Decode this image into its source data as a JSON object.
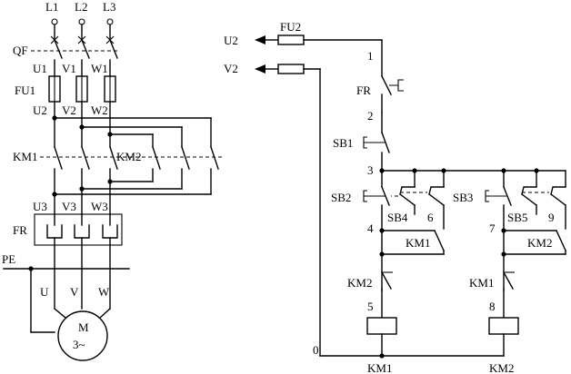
{
  "phases": [
    "L1",
    "L2",
    "L3"
  ],
  "breaker": "QF",
  "upper_terminals": [
    "U1",
    "V1",
    "W1"
  ],
  "fuse_main": "FU1",
  "mid_terminals": [
    "U2",
    "V2",
    "W2"
  ],
  "contactor_1": "KM1",
  "contactor_2": "KM2",
  "lower_terminals": [
    "U3",
    "V3",
    "W3"
  ],
  "overload_main": "FR",
  "earth": "PE",
  "motor_leads": [
    "U",
    "V",
    "W"
  ],
  "motor_symbol": "M",
  "motor_phase": "3~",
  "control": {
    "out_top": "U2",
    "out_bottom": "V2",
    "fuse": "FU2",
    "fr_contact": "FR",
    "stop_button": "SB1",
    "forward_button": "SB2",
    "reverse_button": "SB3",
    "interlock_forward": "SB4",
    "interlock_reverse": "SB5",
    "hold_forward": "KM1",
    "hold_reverse": "KM2",
    "block_forward": "KM2",
    "block_reverse": "KM1",
    "coil_forward": "KM1",
    "coil_reverse": "KM2",
    "nodes": [
      "0",
      "1",
      "2",
      "3",
      "4",
      "5",
      "6",
      "7",
      "8",
      "9"
    ]
  }
}
